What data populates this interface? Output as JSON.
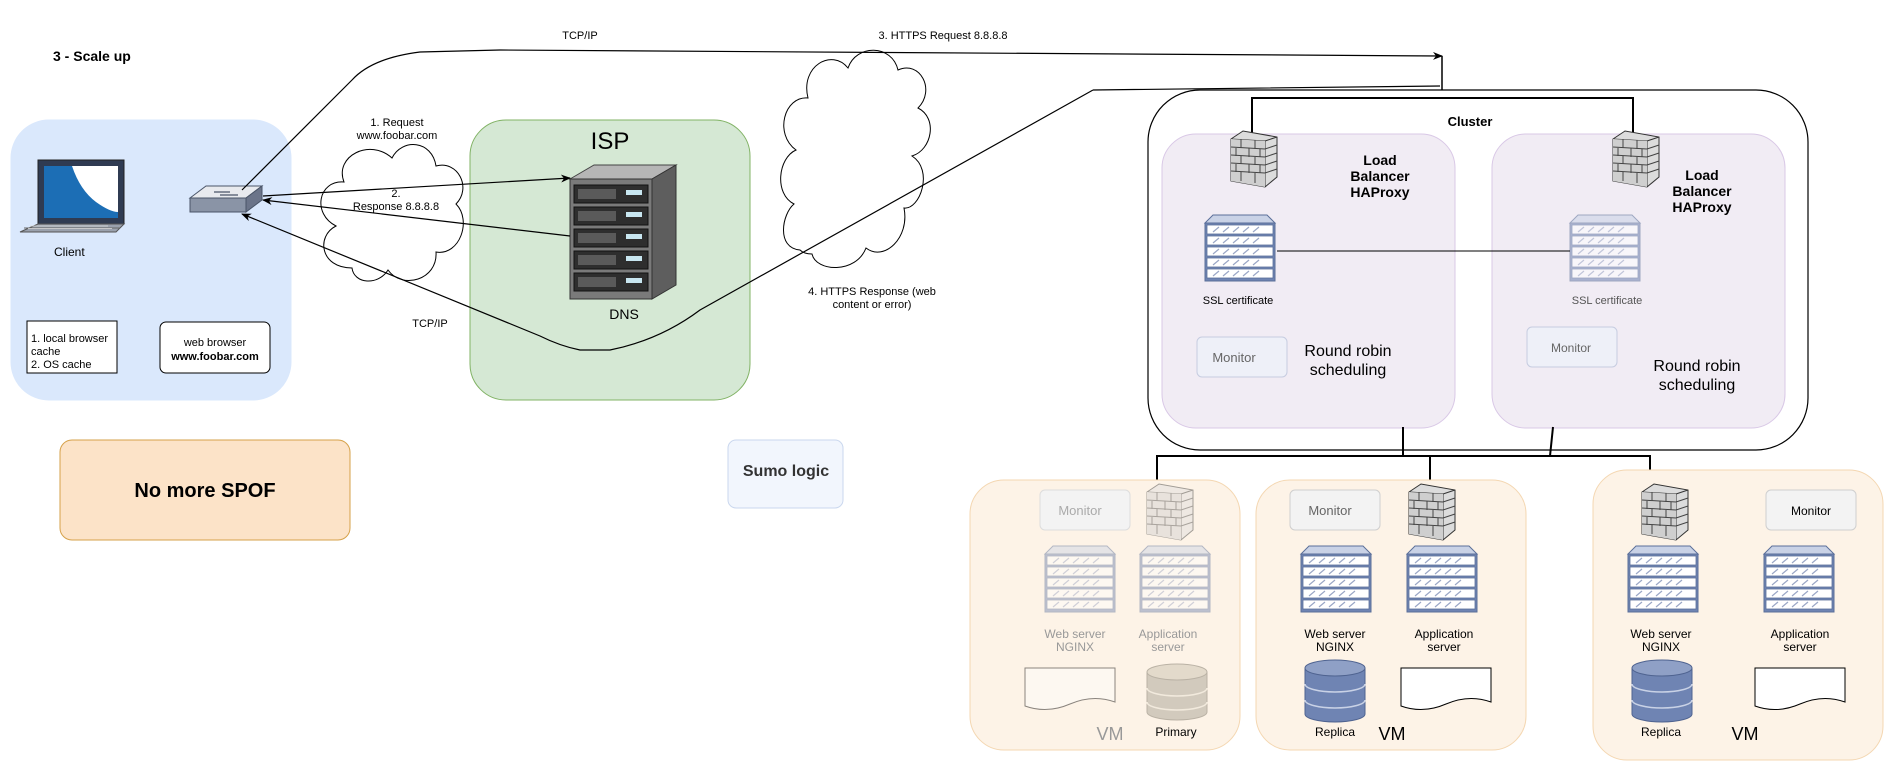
{
  "title": "3 - Scale up",
  "client": {
    "label": "Client",
    "cache_line1": "1. local browser",
    "cache_line2": "cache",
    "cache_line3": "2.  OS cache",
    "browser_line1": "web browser",
    "browser_line2": "www.foobar.com"
  },
  "links": {
    "tcpip_top": "TCP/IP",
    "tcpip_bottom": "TCP/IP",
    "request_line1": "1. Request",
    "request_line2": "www.foobar.com",
    "response_line1": "2.",
    "response_line2": "Response 8.8.8.8",
    "https_request": "3. HTTPS Request 8.8.8.8",
    "https_response_line1": "4. HTTPS Response (web",
    "https_response_line2": "content or error)"
  },
  "isp": {
    "label": "ISP",
    "dns_label": "DNS"
  },
  "spof": "No more SPOF",
  "sumo": "Sumo logic",
  "cluster": {
    "label": "Cluster",
    "lb": [
      {
        "line1": "Load",
        "line2": "Balancer",
        "line3": "HAProxy",
        "ssl": "SSL certificate",
        "monitor": "Monitor",
        "rr_line1": "Round robin",
        "rr_line2": "scheduling"
      },
      {
        "line1": "Load",
        "line2": "Balancer",
        "line3": "HAProxy",
        "ssl": "SSL certificate",
        "monitor": "Monitor",
        "rr_line1": "Round robin",
        "rr_line2": "scheduling"
      }
    ]
  },
  "servers": [
    {
      "monitor": "Monitor",
      "web_line1": "Web server",
      "web_line2": "NGINX",
      "app_line1": "Application",
      "app_line2": "server",
      "db": "Primary",
      "vm": "VM"
    },
    {
      "monitor": "Monitor",
      "web_line1": "Web server",
      "web_line2": "NGINX",
      "app_line1": "Application",
      "app_line2": "server",
      "db": "Replica",
      "vm": "VM"
    },
    {
      "monitor": "Monitor",
      "web_line1": "Web server",
      "web_line2": "NGINX",
      "app_line1": "Application",
      "app_line2": "server",
      "db": "Replica",
      "vm": "VM"
    }
  ]
}
